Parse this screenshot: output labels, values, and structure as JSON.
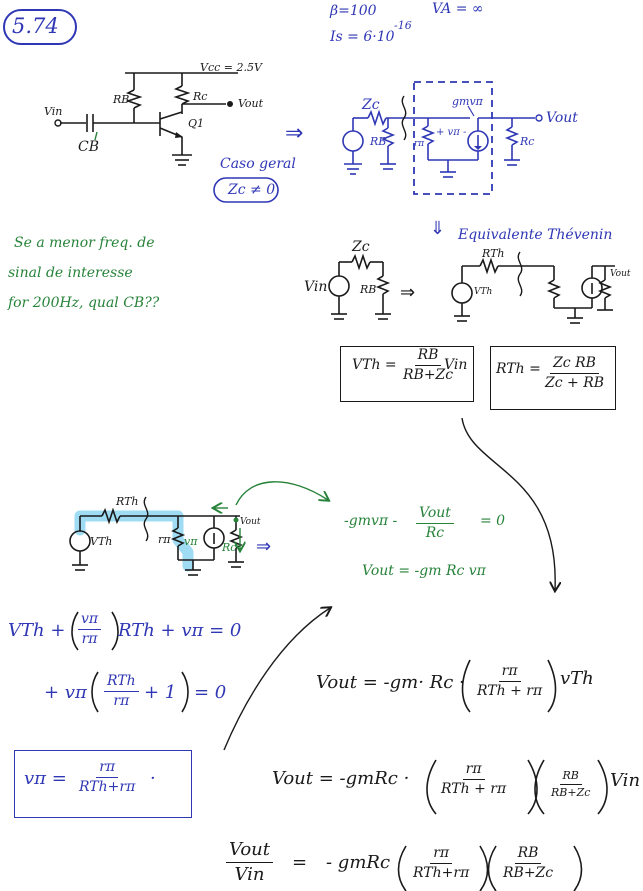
{
  "header": {
    "problem_number": "5.74",
    "beta": "β=100",
    "is": "Is = 6·10",
    "is_exp": "-16",
    "va": "VA = ∞"
  },
  "circuit1": {
    "vcc": "Vcc = 2.5V",
    "rb": "RB",
    "rc": "Rc",
    "vout": "Vout",
    "vin": "Vin",
    "q1": "Q1",
    "cb": "CB"
  },
  "arrow_implies": "⇒",
  "small_signal": {
    "zc": "Zc",
    "rb": "RB",
    "rpi": "rπ",
    "vpi": "+ vπ -",
    "gm": "gmvπ",
    "rc": "Rc",
    "vout": "Vout"
  },
  "general_case": {
    "line1": "Caso geral",
    "line2": "Zc ≠ 0"
  },
  "question": {
    "line1": "Se a menor freq. de",
    "line2": "sinal de interesse",
    "line3": "for 200Hz, qual CB??"
  },
  "thevenin": {
    "title": "Equivalente Thévenin",
    "zc": "Zc",
    "vin": "Vin",
    "rb": "RB",
    "rth": "RTh",
    "vth_src": "VTh",
    "vout": "Vout"
  },
  "formula_vth": {
    "lhs": "VTh =",
    "num": "RB",
    "den": "RB+Zc",
    "tail": "Vin"
  },
  "formula_rth": {
    "lhs": "RTh =",
    "num": "Zc RB",
    "den": "Zc + RB"
  },
  "circuit3": {
    "rth": "RTh",
    "vth": "VTh",
    "rpi": "rπ",
    "vpi": "vπ",
    "rc": "Rc",
    "vout": "Vout",
    "arrow": "⇒"
  },
  "kcl": {
    "eq1_lhs": "-gmvπ -",
    "eq1_num": "Vout",
    "eq1_den": "Rc",
    "eq1_rhs": "= 0",
    "eq2": "Vout = -gm Rc vπ"
  },
  "kvl": {
    "eq1_a": "VTh +",
    "eq1_num": "vπ",
    "eq1_den": "rπ",
    "eq1_b": "RTh + vπ = 0",
    "eq2_a": "+ vπ",
    "eq2_num": "RTh",
    "eq2_den": "rπ",
    "eq2_b": "+ 1",
    "eq2_c": "= 0",
    "eq3_a": "vπ =",
    "eq3_num": "rπ",
    "eq3_den": "RTh+rπ",
    "eq3_b": "·"
  },
  "result1": {
    "lhs": "Vout = -gm· Rc ·",
    "num": "rπ",
    "den": "RTh + rπ",
    "tail": "vTh"
  },
  "result2": {
    "lhs": "Vout = -gmRc ·",
    "num1": "rπ",
    "den1": "RTh + rπ",
    "num2": "RB",
    "den2": "RB+Zc",
    "tail": "Vin"
  },
  "result3": {
    "lhs_num": "Vout",
    "lhs_den": "Vin",
    "eq": "=",
    "mid": "- gmRc",
    "num1": "rπ",
    "den1": "RTh+rπ",
    "num2": "RB",
    "den2": "RB+Zc"
  }
}
